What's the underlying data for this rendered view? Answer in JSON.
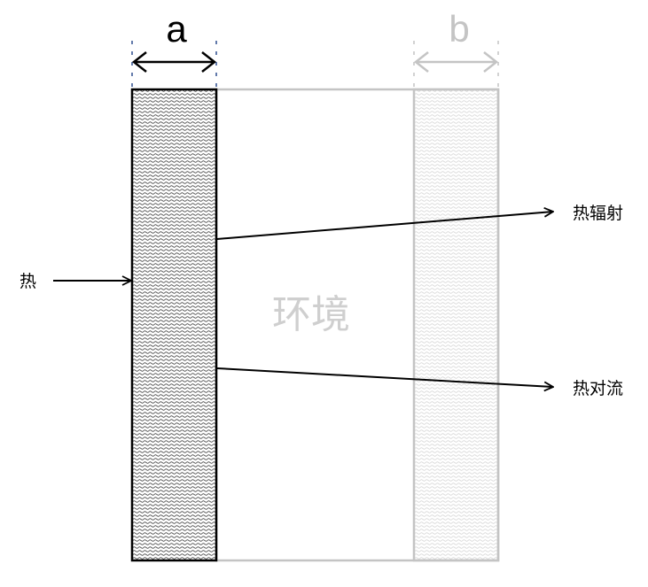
{
  "labels": {
    "dim_a": "a",
    "dim_b": "b",
    "heat_in": "热",
    "environment": "环境",
    "radiation": "热辐射",
    "convection": "热对流"
  },
  "colors": {
    "primary": "#000000",
    "faded": "#c4c4c4",
    "env_text": "#cfcfcf",
    "dim_tick": "#2f4f8f"
  }
}
